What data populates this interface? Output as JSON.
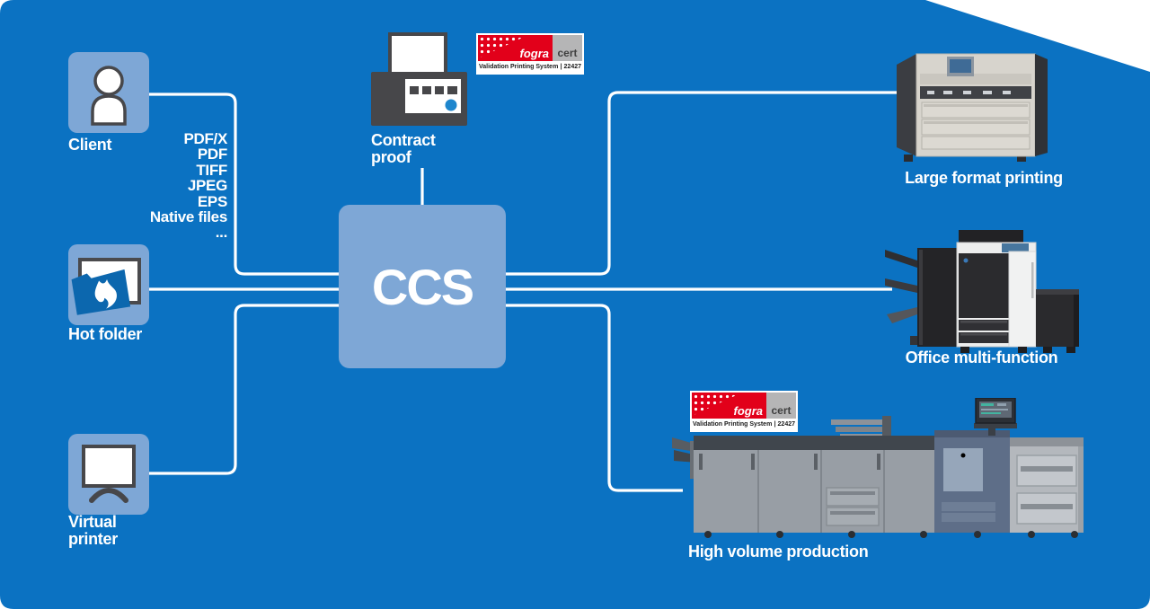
{
  "colors": {
    "background": "#0b72c2",
    "node_fill": "#7ea7d6",
    "connector": "#ffffff",
    "text": "#ffffff",
    "icon_dark": "#47474a",
    "folder_blue": "#0c67ae",
    "proof_dot_blue": "#1e86cd",
    "fogra_red": "#e2001a",
    "cert_gray": "#b5b5b6"
  },
  "sources": [
    {
      "id": "client",
      "label": "Client"
    },
    {
      "id": "hot-folder",
      "label": "Hot folder"
    },
    {
      "id": "virtual-printer",
      "label": "Virtual printer"
    }
  ],
  "formats": {
    "items": [
      "PDF/X",
      "PDF",
      "TIFF",
      "JPEG",
      "EPS",
      "Native files",
      "..."
    ]
  },
  "hub": {
    "label": "CCS"
  },
  "proof": {
    "label": "Contract proof"
  },
  "badge": {
    "brand": "fogra",
    "cert": "cert",
    "caption": "Validation Printing System",
    "separator": "|",
    "number": "22427"
  },
  "outputs": [
    {
      "id": "large-format",
      "label": "Large format printing"
    },
    {
      "id": "office-mfp",
      "label": "Office multi-function"
    },
    {
      "id": "high-volume",
      "label": "High volume production"
    }
  ]
}
